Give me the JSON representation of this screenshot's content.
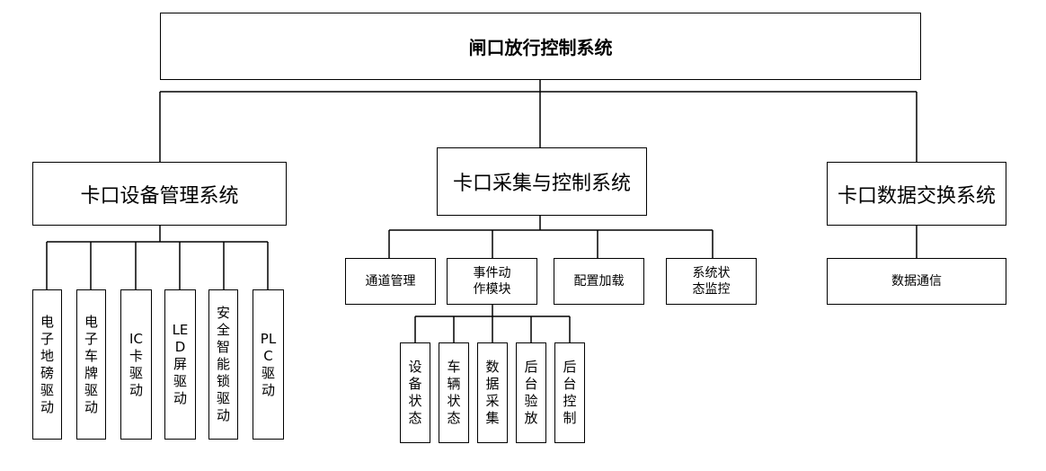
{
  "root": {
    "title": "闸口放行控制系统"
  },
  "subsystems": [
    {
      "title": "卡口设备管理系统",
      "modules": [
        "电子地磅驱动",
        "电子车牌驱动",
        "IC卡驱动",
        "LED屏驱动",
        "安全智能锁驱动",
        "PLC驱动"
      ]
    },
    {
      "title": "卡口采集与控制系统",
      "modules": [
        "通道管理",
        "事件动作模块",
        "配置加载",
        "系统状态监控"
      ],
      "event_submodules": [
        "设备状态",
        "车辆状态",
        "数据采集",
        "后台验放",
        "后台控制"
      ]
    },
    {
      "title": "卡口数据交换系统",
      "modules": [
        "数据通信"
      ]
    }
  ]
}
